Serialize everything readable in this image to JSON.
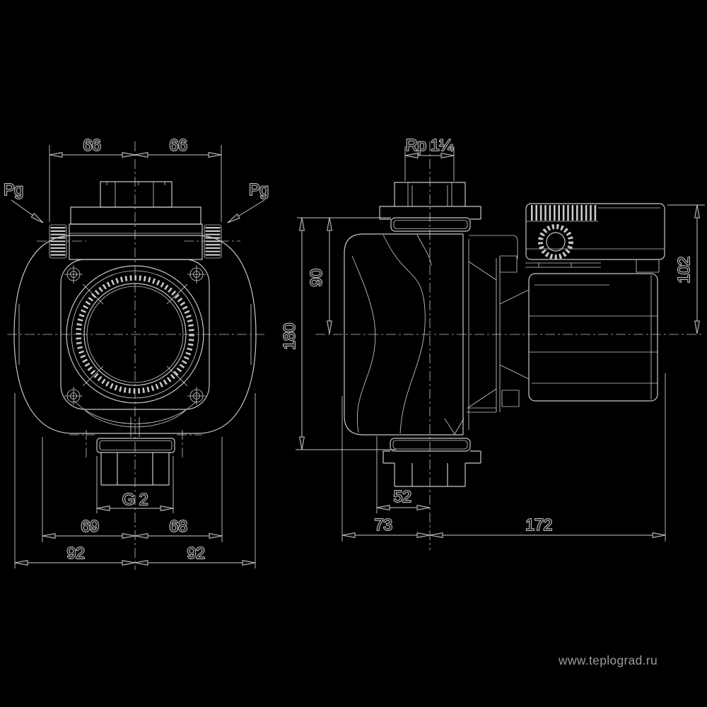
{
  "palette": {
    "background": "#000000",
    "line": "#c8c8c8",
    "centerline": "#bdbdbd",
    "arrow_fill": "#141414",
    "label_fill": "#1b1b1b",
    "label_halo": "#c3c3c3",
    "watermark_color": "#9c9c9c"
  },
  "front_view": {
    "dims": {
      "top_left": "66",
      "top_right": "66",
      "gland_left": "Pg",
      "gland_right": "Pg",
      "thread": "G 2",
      "bottom_inner_left": "69",
      "bottom_inner_right": "68",
      "bottom_outer_left": "92",
      "bottom_outer_right": "92"
    }
  },
  "side_view": {
    "dims": {
      "port_thread": "Rp 1¼",
      "flange_to_axis": "90",
      "port_to_port": "180",
      "axis_to_box_top": "102",
      "axis_to_flange_edge": "52",
      "axis_to_body_left": "73",
      "axis_to_motor_end": "172"
    }
  },
  "watermark": {
    "text": "www.teplograd.ru"
  }
}
